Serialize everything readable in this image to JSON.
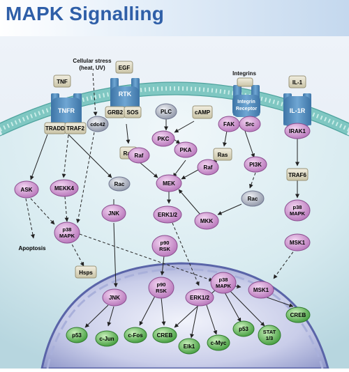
{
  "title": "MAPK Signalling",
  "labels": {
    "stress": "Cellular stress",
    "stress2": "(heat, UV)",
    "tnf": "TNF",
    "egf": "EGF",
    "integrins": "Integrins",
    "il1": "IL-1",
    "tnfr": "TNFR",
    "rtk": "RTK",
    "integrin1": "Integrin",
    "integrin2": "Receptor",
    "il1r": "IL-1R",
    "tradd": "TRADD",
    "traf2": "TRAF2",
    "cdc42": "cdc42",
    "grb2": "GRB2",
    "sos": "SOS",
    "plc": "PLC",
    "camp": "cAMP",
    "fak": "FAK",
    "src": "Src",
    "irak1": "IRAK1",
    "pkc": "PKC",
    "pka": "PKA",
    "ras1": "Ras",
    "raf1": "Raf",
    "ras2": "Ras",
    "raf2": "Raf",
    "pi3k": "PI3K",
    "ask": "ASK",
    "mekk4": "MEKK4",
    "rac1": "Rac",
    "mek": "MEK",
    "rac2": "Rac",
    "traf6": "TRAF6",
    "jnk1": "JNK",
    "erk12a": "ERK1/2",
    "mkk": "MKK",
    "p38a1": "p38",
    "p38a2": "MAPK",
    "p38b1": "p38",
    "p38b2": "MAPK",
    "msk1a": "MSK1",
    "apoptosis": "Apoptosis",
    "hsps": "Hsps",
    "p90a1": "p90",
    "p90a2": "RSK",
    "p90b1": "p90",
    "p90b2": "RSK",
    "erk12b": "ERK1/2",
    "p38c1": "p38",
    "p38c2": "MAPK",
    "msk1b": "MSK1",
    "jnk2": "JNK",
    "creb1": "CREB",
    "p53a": "p53",
    "cjun": "c-Jun",
    "cfos": "c-Fos",
    "creb2": "CREB",
    "elk1": "Elk1",
    "cmyc": "c-Myc",
    "p53b": "p53",
    "stat1": "STAT",
    "stat2": "1/3"
  }
}
